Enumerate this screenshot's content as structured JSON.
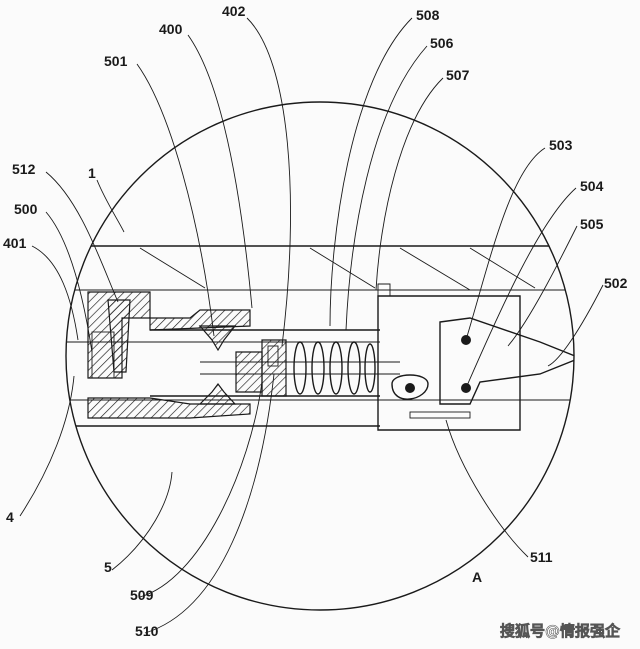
{
  "labels": {
    "l400": "400",
    "l402": "402",
    "l508": "508",
    "l506": "506",
    "l507": "507",
    "l501": "501",
    "l503": "503",
    "l504": "504",
    "l505": "505",
    "l502": "502",
    "l512": "512",
    "l1": "1",
    "l500": "500",
    "l401": "401",
    "l4": "4",
    "l5": "5",
    "l509": "509",
    "l510": "510",
    "l511": "511",
    "lA": "A"
  },
  "watermark": "搜狐号@情报强企"
}
